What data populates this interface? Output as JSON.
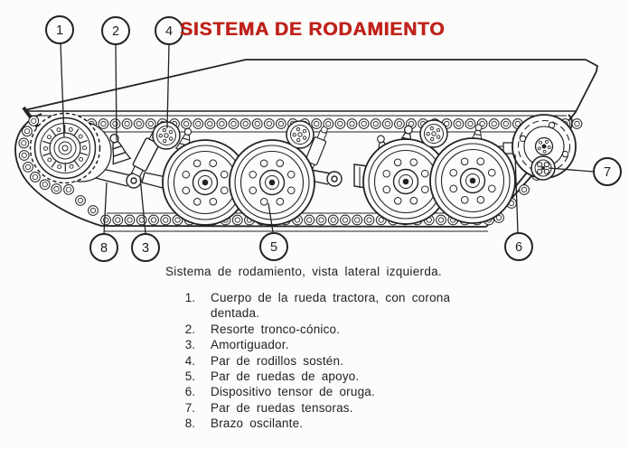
{
  "title": "SISTEMA DE RODAMIENTO",
  "figure_caption": "Sistema de rodamiento, vista lateral izquierda.",
  "colors": {
    "title_red": "#bf221a",
    "ink": "#222222",
    "background": "#fcfcfa"
  },
  "callouts": [
    {
      "label": "1"
    },
    {
      "label": "2"
    },
    {
      "label": "4"
    },
    {
      "label": "8"
    },
    {
      "label": "3"
    },
    {
      "label": "5"
    },
    {
      "label": "6"
    },
    {
      "label": "7"
    }
  ],
  "legend": {
    "items": [
      {
        "number": "1.",
        "text": "Cuerpo de la rueda tractora, con corona dentada."
      },
      {
        "number": "2.",
        "text": "Resorte tronco-cónico."
      },
      {
        "number": "3.",
        "text": "Amortiguador."
      },
      {
        "number": "4.",
        "text": "Par de rodillos sostén."
      },
      {
        "number": "5.",
        "text": "Par de ruedas de apoyo."
      },
      {
        "number": "6.",
        "text": "Dispositivo tensor de oruga."
      },
      {
        "number": "7.",
        "text": "Par de ruedas tensoras."
      },
      {
        "number": "8.",
        "text": "Brazo oscilante."
      }
    ]
  }
}
